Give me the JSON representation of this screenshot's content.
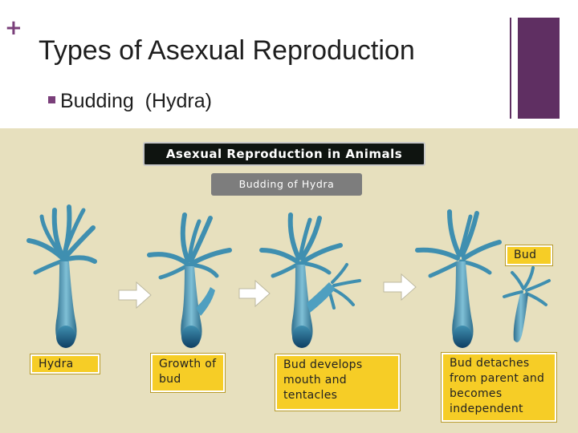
{
  "slide": {
    "plus_symbol": "+",
    "title": "Types of Asexual Reproduction",
    "bullet": "Budding  (Hydra)",
    "accent_color": "#5f2f62"
  },
  "figure": {
    "header": "Asexual Reproduction in Animals",
    "subheader": "Budding of Hydra",
    "labels": {
      "hydra": "Hydra",
      "growth": "Growth of bud",
      "develops": "Bud develops mouth and tentacles",
      "detaches": "Bud detaches from parent and becomes independent",
      "bud": "Bud"
    },
    "label_color": "#f6cd26",
    "background_color": "#e7e0be",
    "hydra_color": "#3f8fb0"
  }
}
